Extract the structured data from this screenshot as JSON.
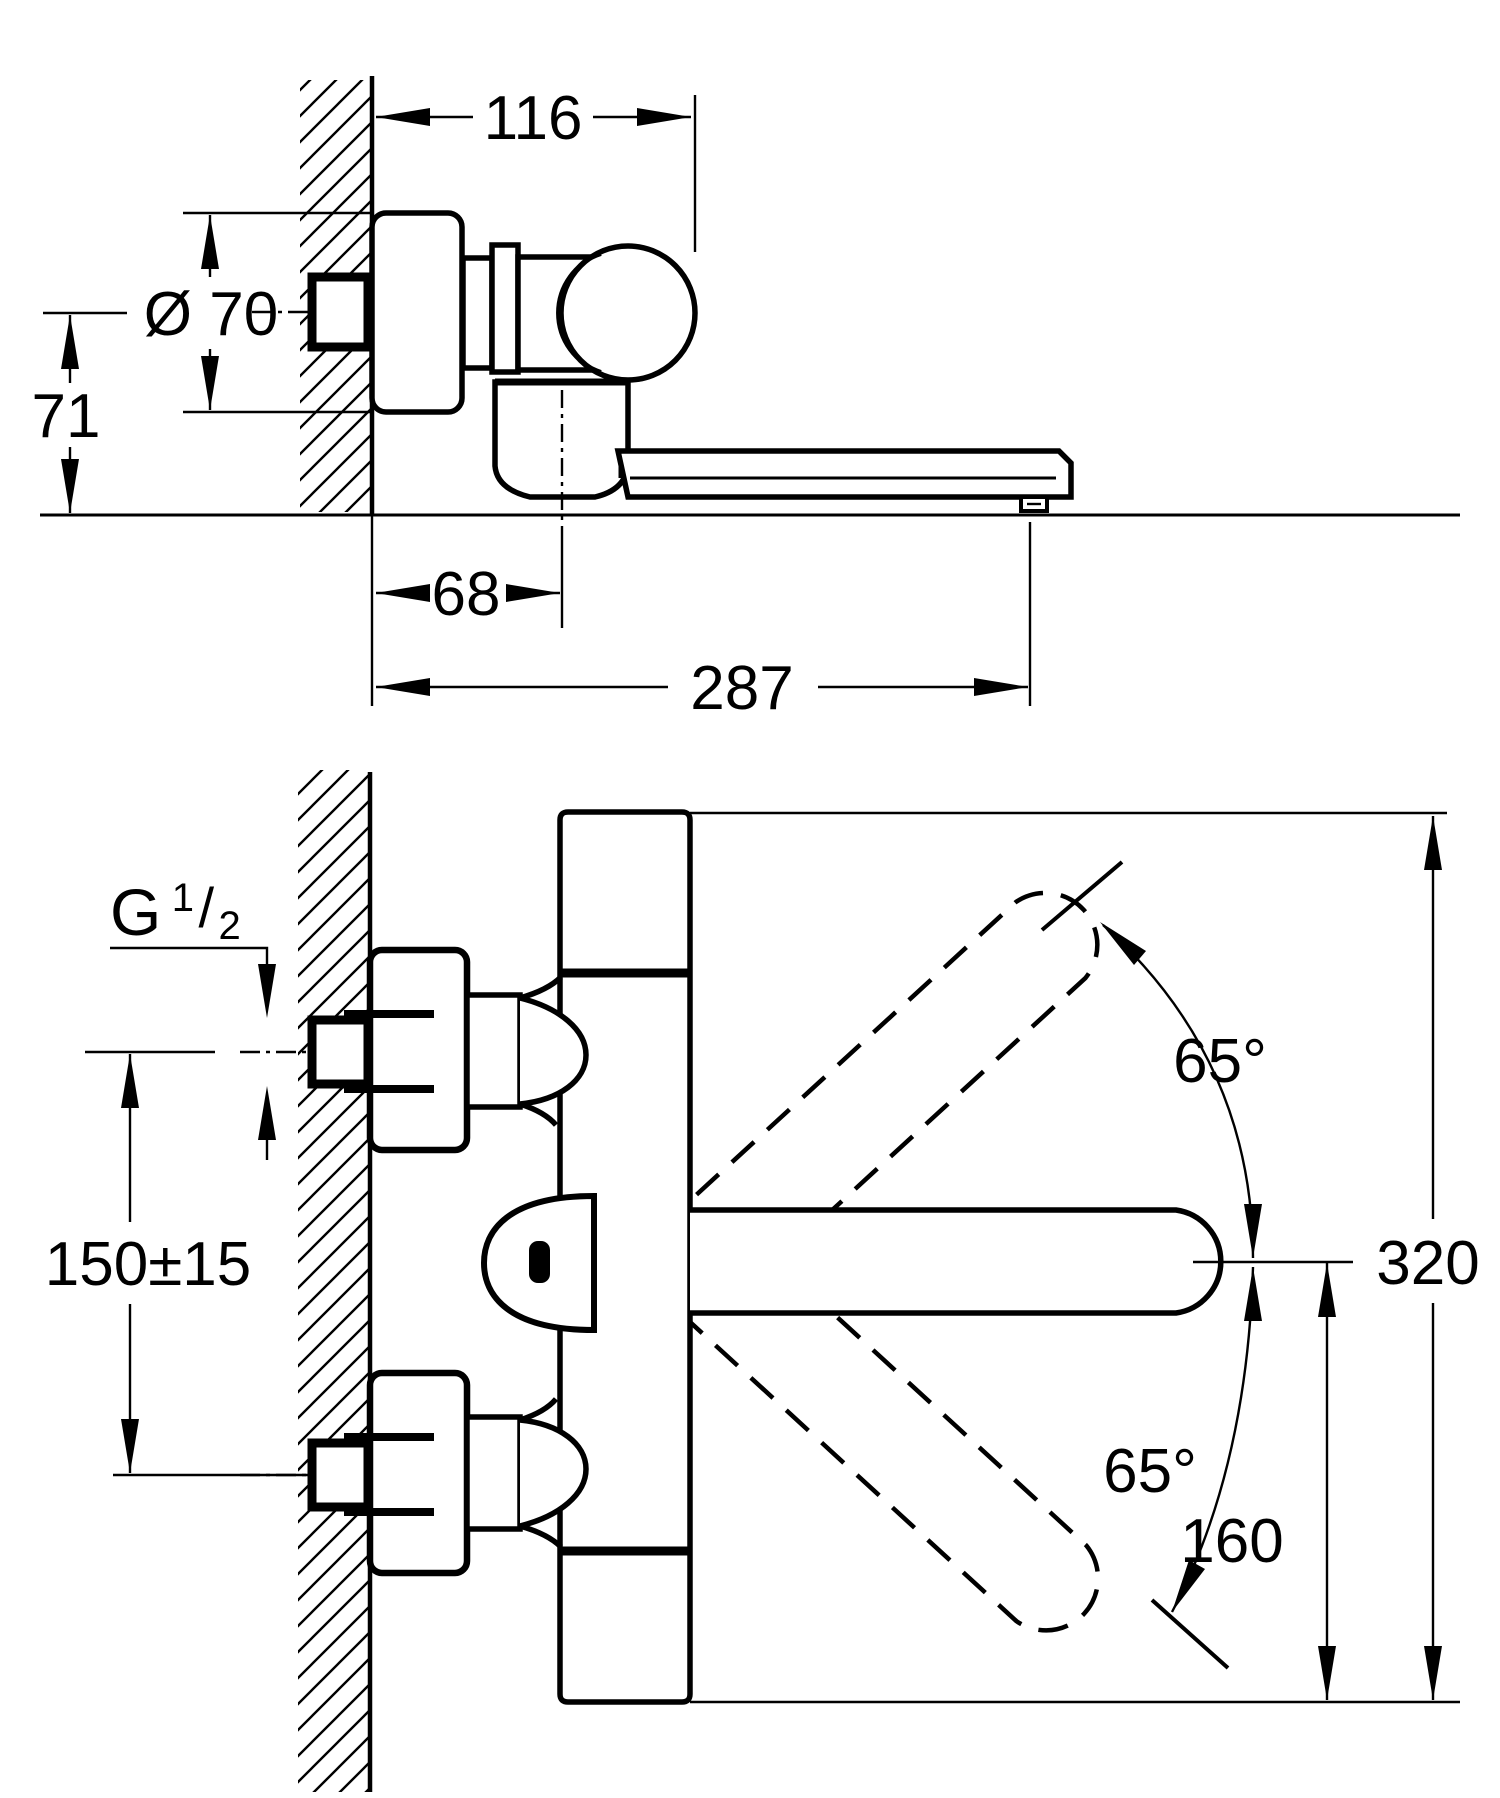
{
  "side_view": {
    "dims": {
      "width_116": "116",
      "dia_70": "Ø 70",
      "height_71": "71",
      "offset_68": "68",
      "reach_287": "287"
    }
  },
  "plan_view": {
    "dims": {
      "thread_base": "G",
      "thread_sup": "1",
      "thread_slash": "/",
      "thread_sub": "2",
      "spacing_150": "150±15",
      "angle_upper": "65°",
      "angle_lower": "65°",
      "height_320": "320",
      "lower_160": "160"
    }
  },
  "colors": {
    "line": "#000000",
    "background": "#ffffff"
  }
}
